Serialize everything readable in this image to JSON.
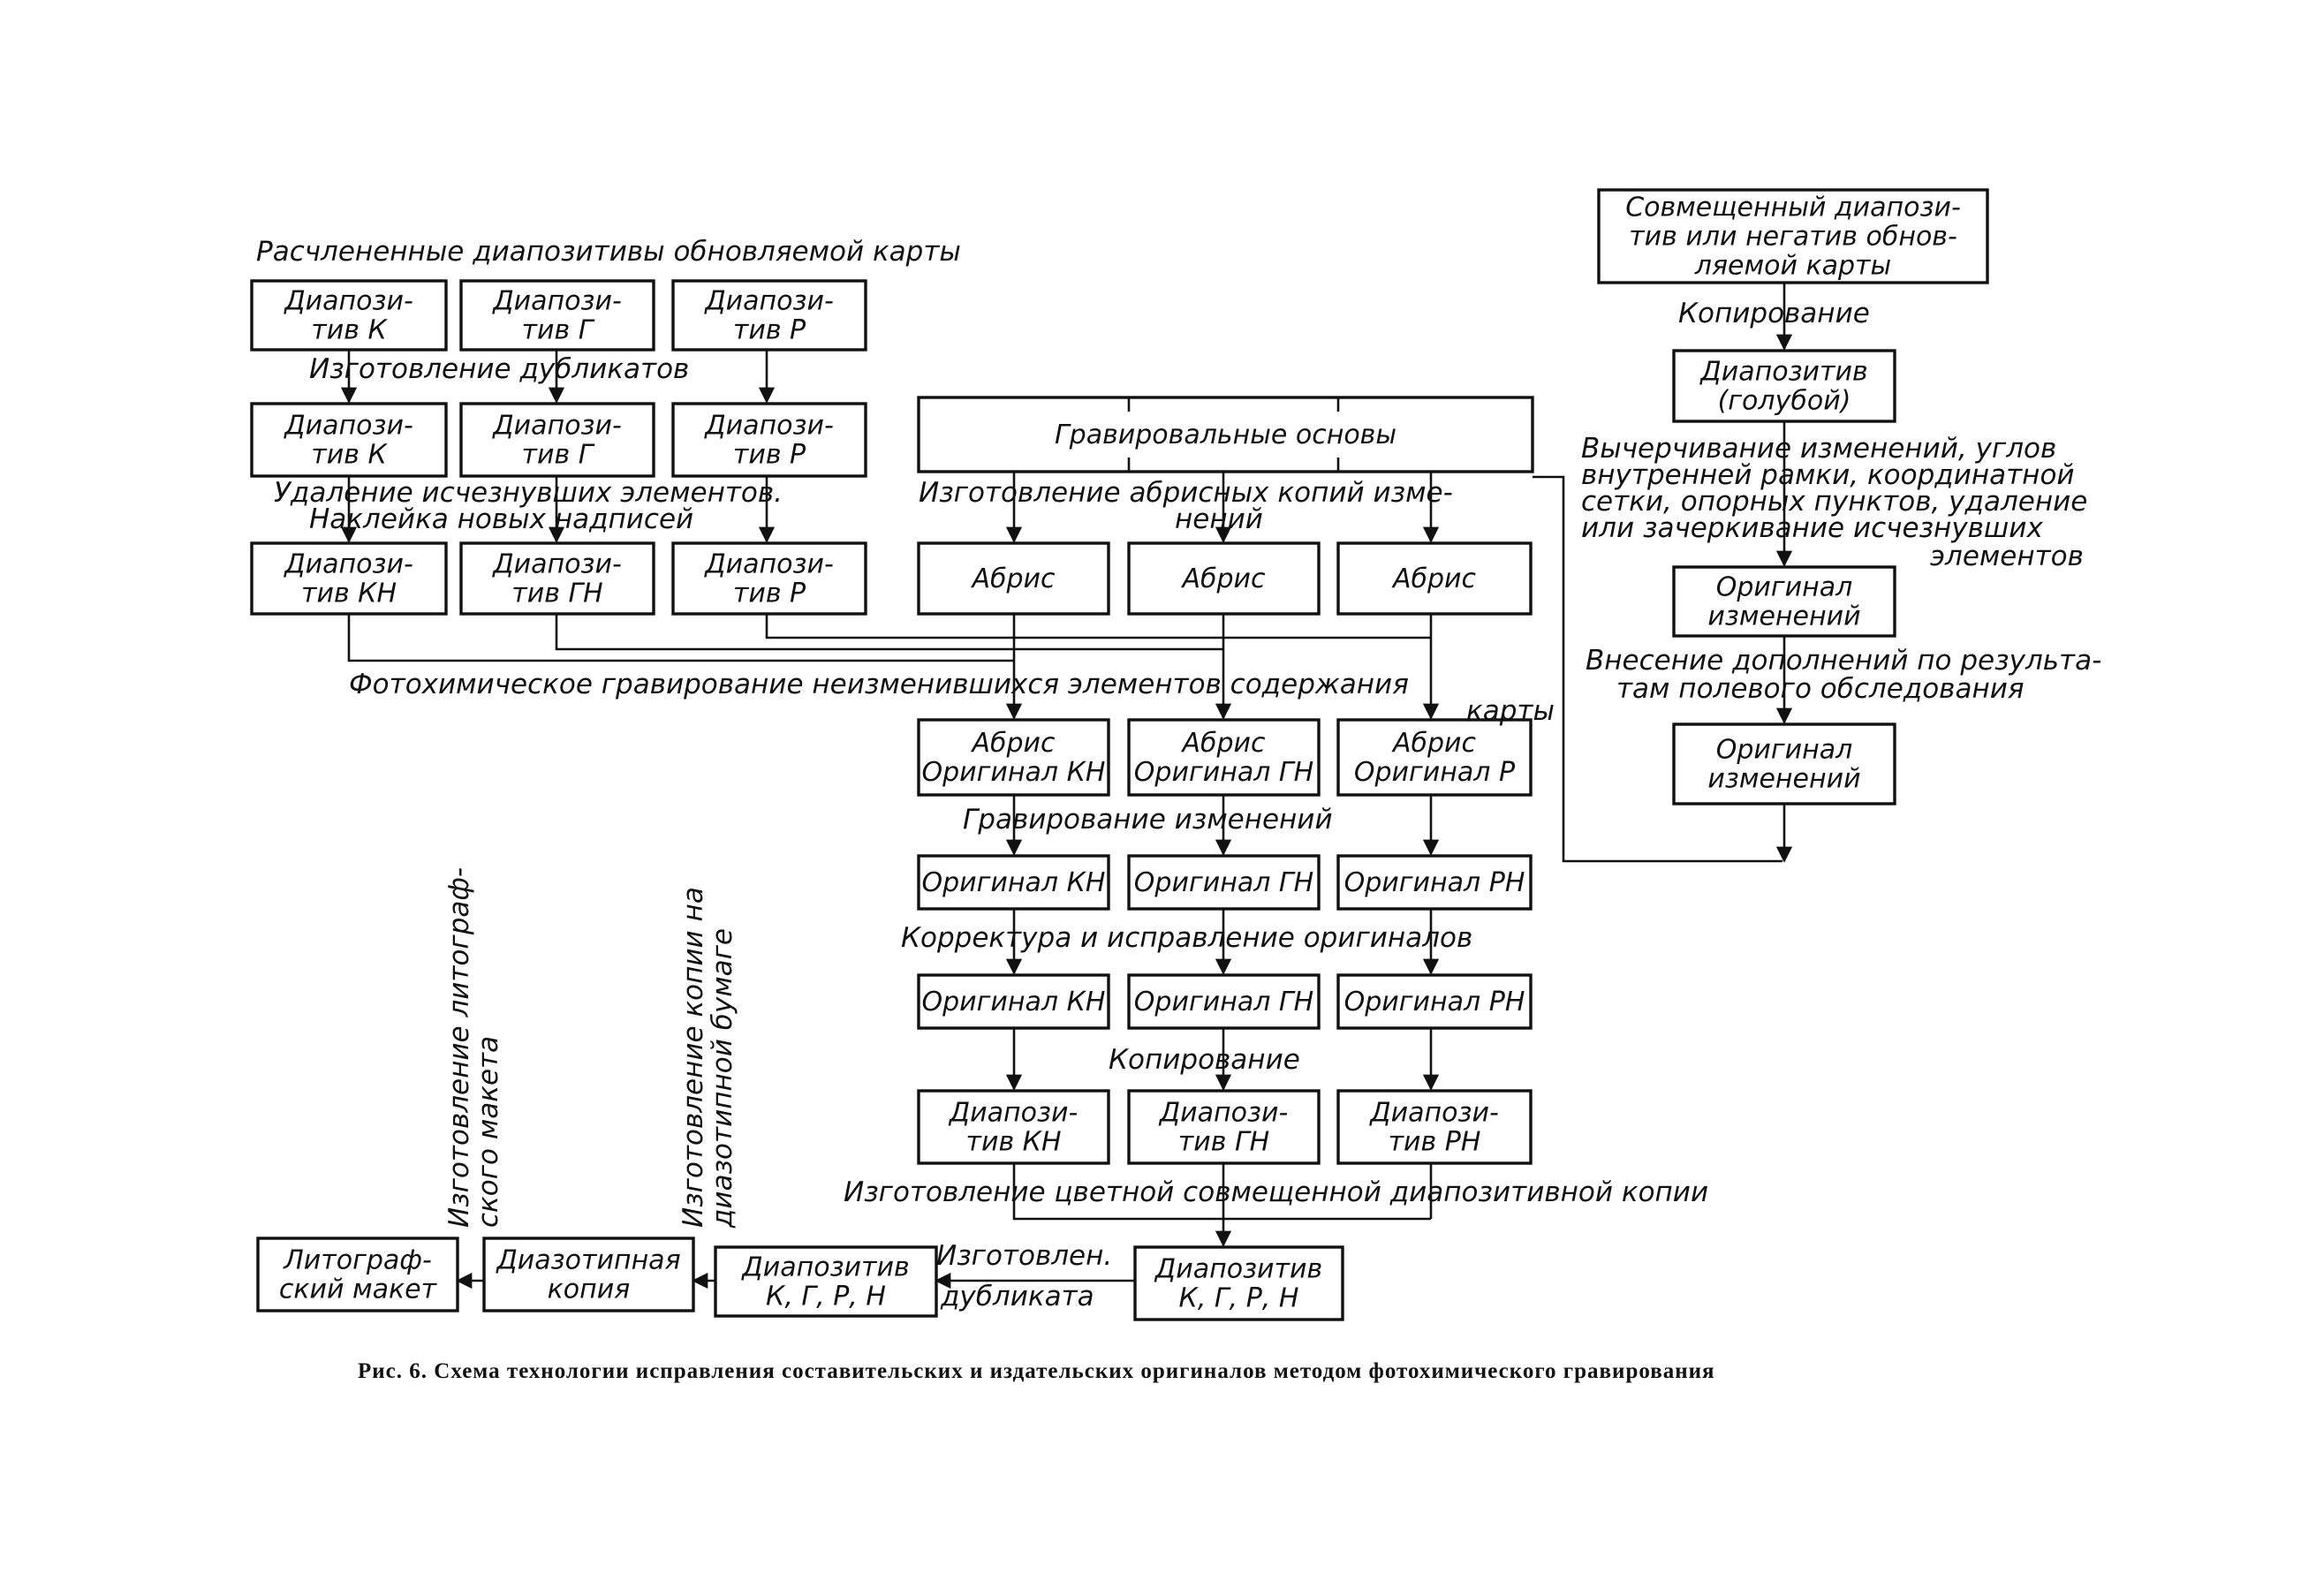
{
  "boxes": {
    "src_k": [
      "Диапози-",
      "тив К"
    ],
    "src_g": [
      "Диапози-",
      "тив Г"
    ],
    "src_r": [
      "Диапози-",
      "тив Р"
    ],
    "dup_k": [
      "Диапози-",
      "тив К"
    ],
    "dup_g": [
      "Диапози-",
      "тив Г"
    ],
    "dup_r": [
      "Диапози-",
      "тив Р"
    ],
    "kn": [
      "Диапози-",
      "тив КН"
    ],
    "gn": [
      "Диапози-",
      "тив ГН"
    ],
    "r2": [
      "Диапози-",
      "тив Р"
    ],
    "engr_base": [
      "Гравировальные основы"
    ],
    "abris_1": [
      "Абрис"
    ],
    "abris_2": [
      "Абрис"
    ],
    "abris_3": [
      "Абрис"
    ],
    "ao_kn": [
      "Абрис",
      "Оригинал КН"
    ],
    "ao_gn": [
      "Абрис",
      "Оригинал ГН"
    ],
    "ao_r": [
      "Абрис",
      "Оригинал Р"
    ],
    "orig1_kn": [
      "Оригинал КН"
    ],
    "orig1_gn": [
      "Оригинал ГН"
    ],
    "orig1_rn": [
      "Оригинал РН"
    ],
    "orig2_kn": [
      "Оригинал КН"
    ],
    "orig2_gn": [
      "Оригинал ГН"
    ],
    "orig2_rn": [
      "Оригинал РН"
    ],
    "dia_kn": [
      "Диапози-",
      "тив КН"
    ],
    "dia_gn": [
      "Диапози-",
      "тив ГН"
    ],
    "dia_rn": [
      "Диапози-",
      "тив РН"
    ],
    "dia_kgrn": [
      "Диапозитив",
      "К, Г, Р, Н"
    ],
    "dia_kgrn_dup": [
      "Диапозитив",
      "К, Г, Р, Н"
    ],
    "diazo": [
      "Диазотипная",
      "копия"
    ],
    "litho": [
      "Литограф-",
      "ский макет"
    ],
    "combined": [
      "Совмещенный диапози-",
      "тив или негатив обнов-",
      "ляемой карты"
    ],
    "dia_blue": [
      "Диапозитив",
      "(голубой)"
    ],
    "changes_1": [
      "Оригинал",
      "изменений"
    ],
    "changes_2": [
      "Оригинал",
      "изменений"
    ]
  },
  "labels": {
    "title_left": "Расчлененные диапозитивы обновляемой карты",
    "dup_make": "Изготовление дубликатов",
    "remove_1": "Удаление исчезнувших элементов.",
    "remove_2": "Наклейка новых надписей",
    "abris_make_1": "Изготовление абрисных копий изме-",
    "abris_make_2": "нений",
    "photochem_1": "Фотохимическое гравирование неизменившихся элементов содержания",
    "photochem_2": "карты",
    "engr_changes": "Гравирование изменений",
    "correction": "Корректура и исправление оригиналов",
    "copying_mid": "Копирование",
    "color_copy": "Изготовление цветной совмещенной диапозитивной копии",
    "dup_1": "Изготовлен.",
    "dup_2": "дубликата",
    "diazo_v1": "Изготовление копии на",
    "diazo_v2": "диазотипной бумаге",
    "litho_v1": "Изготовление литограф-",
    "litho_v2": "ского макета",
    "copying_right": "Копирование",
    "draw_1": "Вычерчивание изменений, углов",
    "draw_2": "внутренней рамки, координатной",
    "draw_3": "сетки, опорных пунктов, удаление",
    "draw_4": "или зачеркивание исчезнувших",
    "draw_5": "элементов",
    "field_1": "Внесение дополнений по результа-",
    "field_2": "там полевого обследования"
  },
  "caption": "Рис. 6. Схема технологии исправления составительских и издательских оригиналов методом фотохимического гравирования"
}
